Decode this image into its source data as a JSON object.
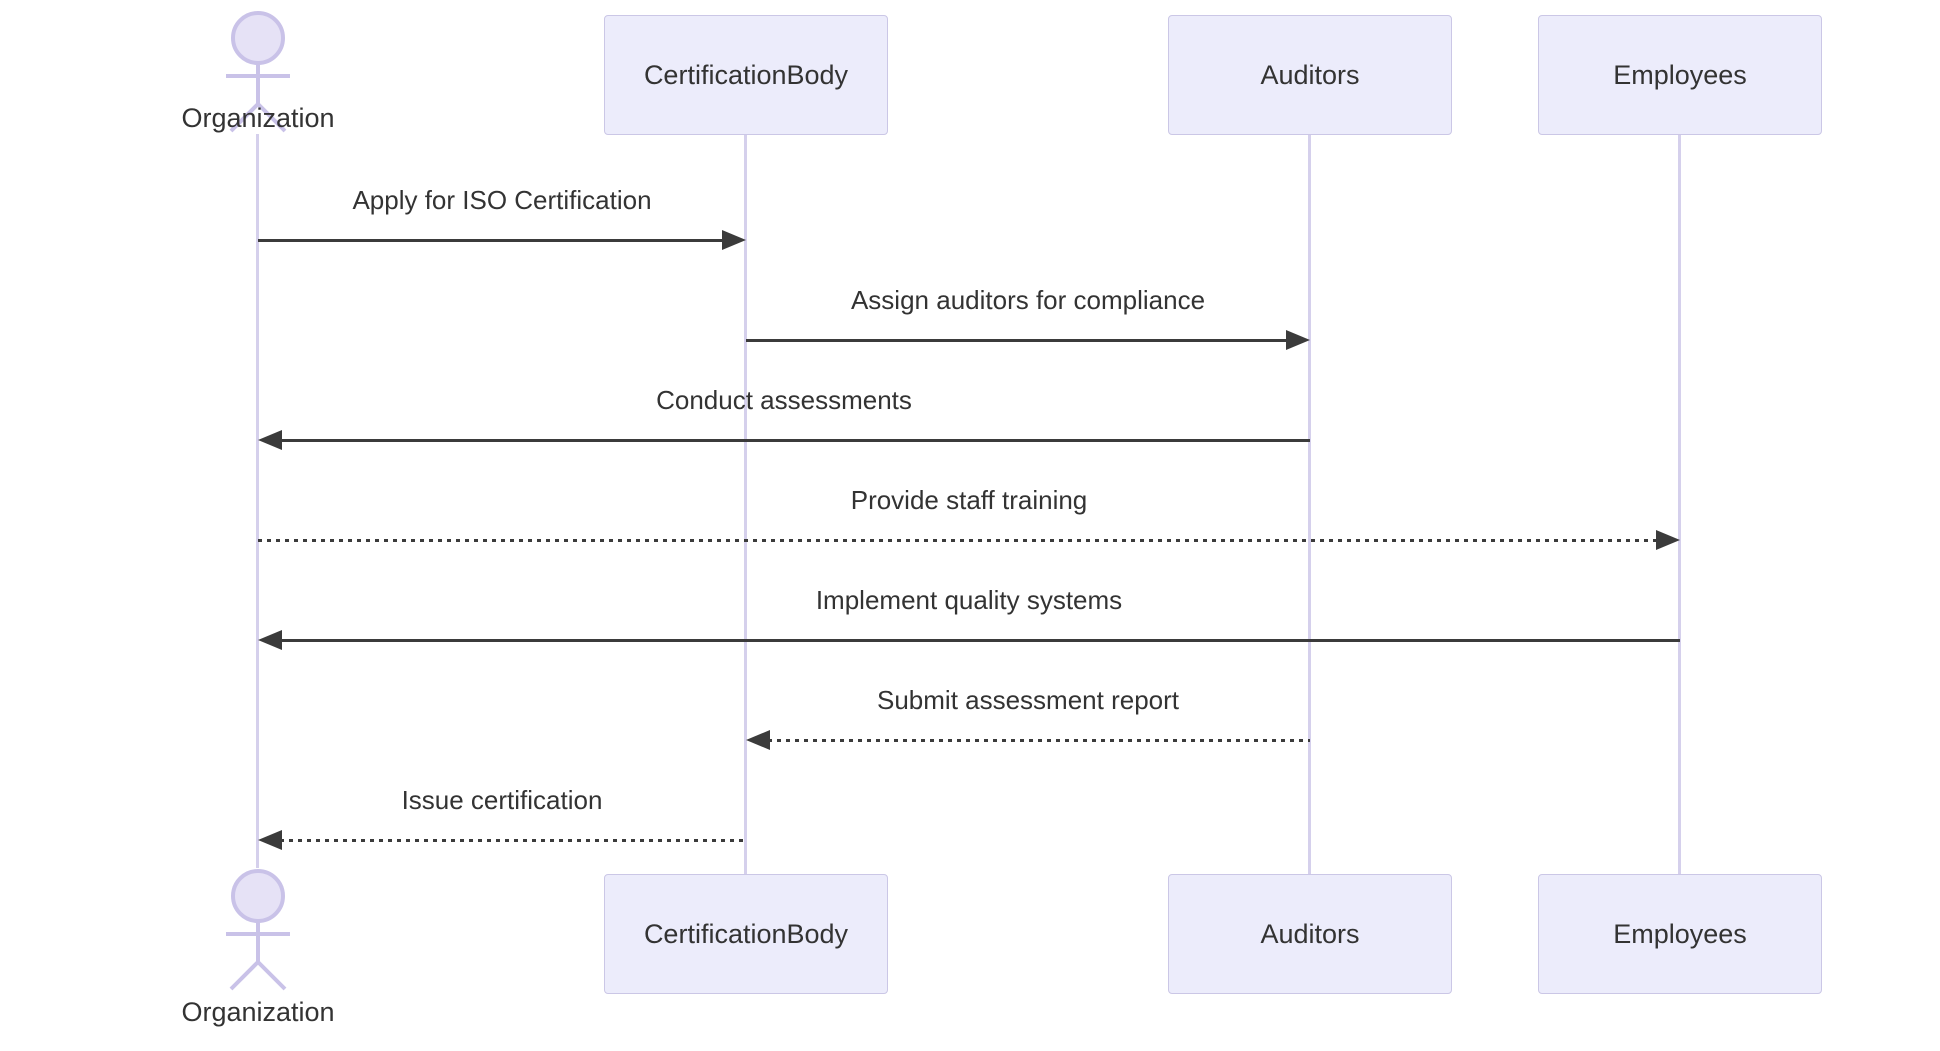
{
  "diagram": {
    "type": "sequence-diagram",
    "participants": [
      {
        "label": "Organization",
        "kind": "actor"
      },
      {
        "label": "CertificationBody",
        "kind": "participant"
      },
      {
        "label": "Auditors",
        "kind": "participant"
      },
      {
        "label": "Employees",
        "kind": "participant"
      }
    ],
    "messages": [
      {
        "from": "Organization",
        "to": "CertificationBody",
        "text": "Apply for ISO Certification",
        "style": "solid"
      },
      {
        "from": "CertificationBody",
        "to": "Auditors",
        "text": "Assign auditors for compliance",
        "style": "solid"
      },
      {
        "from": "Auditors",
        "to": "Organization",
        "text": "Conduct assessments",
        "style": "solid"
      },
      {
        "from": "Organization",
        "to": "Employees",
        "text": "Provide staff training",
        "style": "dotted"
      },
      {
        "from": "Employees",
        "to": "Organization",
        "text": "Implement quality systems",
        "style": "solid"
      },
      {
        "from": "Auditors",
        "to": "CertificationBody",
        "text": "Submit assessment report",
        "style": "dotted"
      },
      {
        "from": "CertificationBody",
        "to": "Organization",
        "text": "Issue certification",
        "style": "dotted"
      }
    ],
    "colors": {
      "background": "#FFFFFF",
      "participant_fill": "#ECECFB",
      "participant_border": "#CBC7E6",
      "lifeline": "#D5D0EC",
      "actor_fill": "#E6E2F6",
      "actor_stroke": "#C9C2E8",
      "arrow": "#3B3B3B",
      "text": "#333333"
    }
  }
}
